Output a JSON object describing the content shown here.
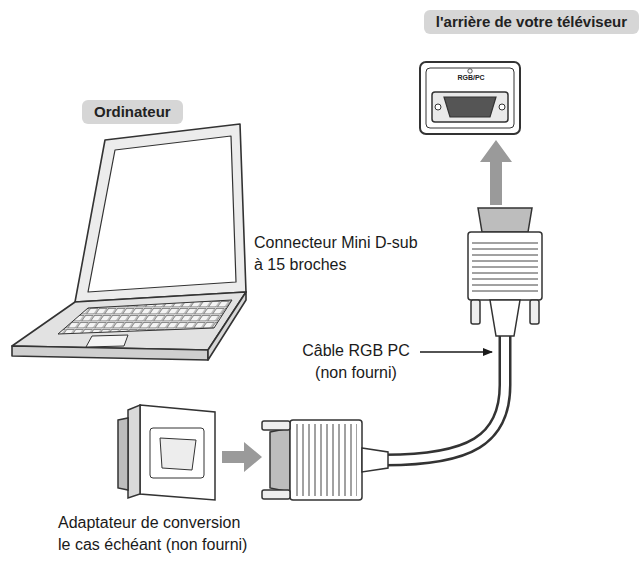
{
  "diagram": {
    "nodes": [
      {
        "text": [
          "l'arrière de votre téléviseur"
        ]
      },
      {
        "text": [
          "Ordinateur"
        ]
      }
    ],
    "labels": [
      "RGB/PC",
      "Connecteur Mini D-sub à 15 broches",
      "Câble RGB PC (non fourni)",
      "Adaptateur de conversion le cas échéant (non fourni)"
    ]
  }
}
